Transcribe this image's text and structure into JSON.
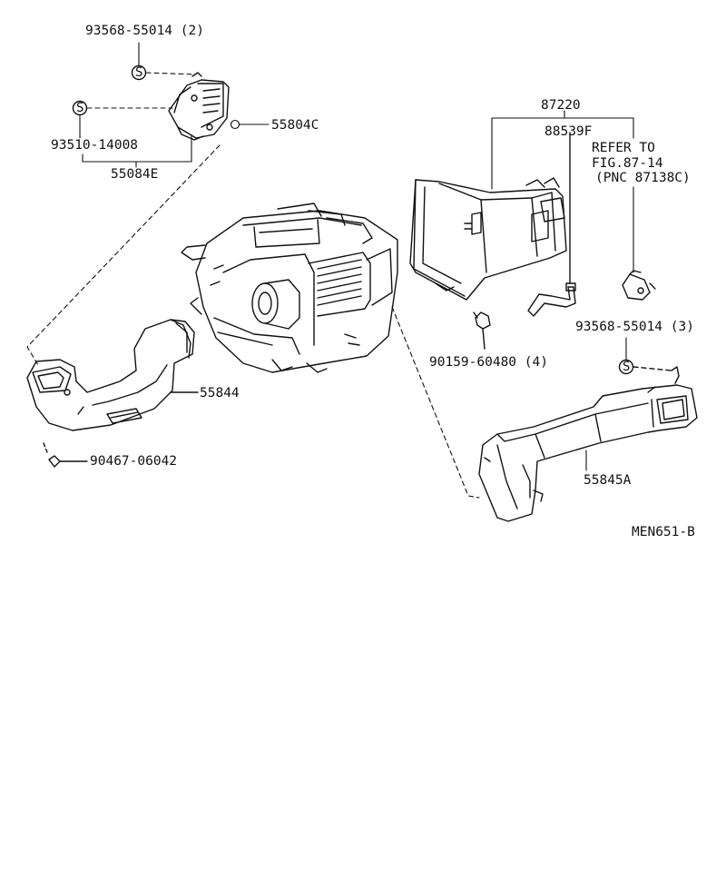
{
  "labels": {
    "p93568_55014_2": "93568-55014 (2)",
    "p93510_14008": "93510-14008",
    "p55804c": "55804C",
    "p55084e": "55084E",
    "p87220": "87220",
    "p88539f": "88539F",
    "refer_line1": "REFER TO",
    "refer_line2": "FIG.87-14",
    "refer_line3": "(PNC 87138C)",
    "p93568_55014_3": "93568-55014 (3)",
    "p90159_60480": "90159-60480 (4)",
    "p55844": "55844",
    "p90467_06042": "90467-06042",
    "p55845a": "55845A",
    "diagram_id": "MEN651-B"
  },
  "symbols": {
    "screw_mark": "S"
  },
  "colors": {
    "ink": "#111111",
    "paper": "#ffffff"
  }
}
